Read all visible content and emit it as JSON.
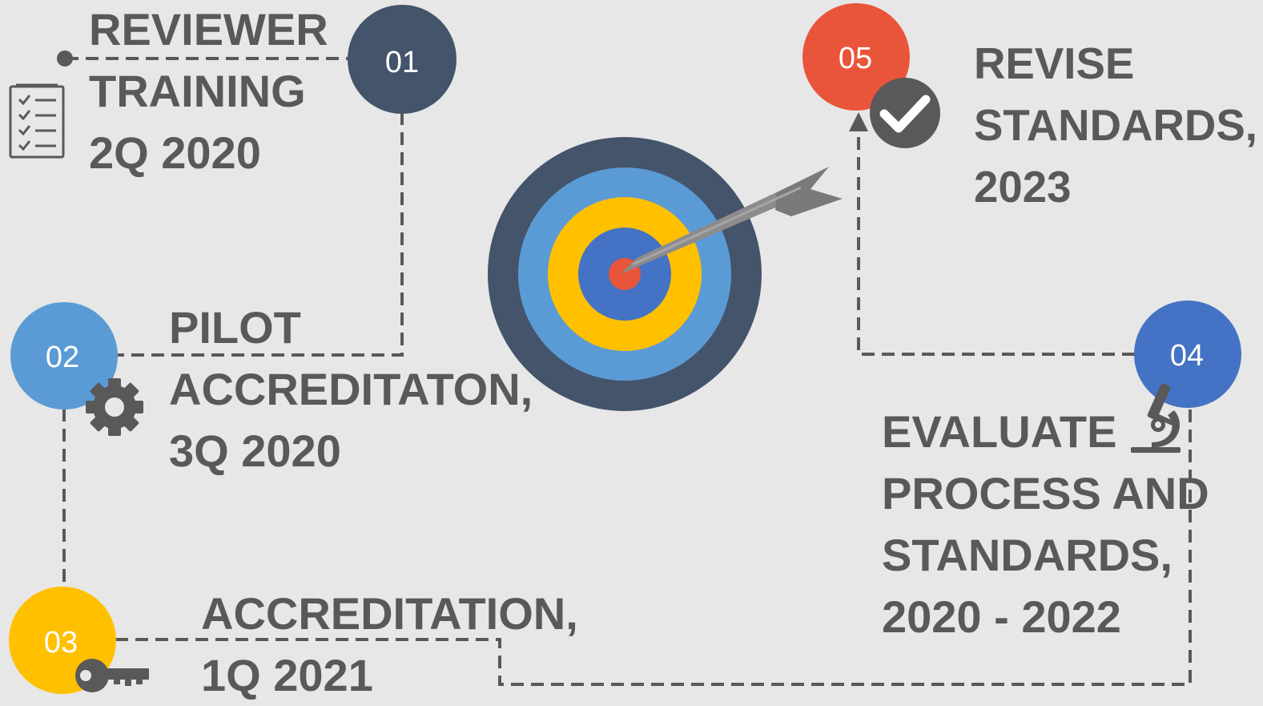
{
  "colors": {
    "background": "#e7e7e7",
    "text": "#595959",
    "connector": "#595959",
    "step_01": "#44546a",
    "step_02": "#5b9bd5",
    "step_03": "#ffc000",
    "step_04": "#4472c4",
    "step_05": "#e9553a"
  },
  "steps": [
    {
      "number": "01",
      "lines": [
        "REVIEWER",
        "TRAINING",
        "2Q 2020"
      ],
      "icon": "checklist-icon"
    },
    {
      "number": "02",
      "lines": [
        "PILOT",
        "ACCREDITATON,",
        "3Q 2020"
      ],
      "icon": "gear-icon"
    },
    {
      "number": "03",
      "lines": [
        "ACCREDITATION,",
        "1Q 2021"
      ],
      "icon": "key-icon"
    },
    {
      "number": "04",
      "lines": [
        "EVALUATE",
        "PROCESS AND",
        "STANDARDS,",
        "2020 - 2022"
      ],
      "icon": "microscope-icon"
    },
    {
      "number": "05",
      "lines": [
        "REVISE",
        "STANDARDS,",
        "2023"
      ],
      "icon": "checkmark-circle-icon"
    }
  ],
  "center": {
    "icon": "target-with-arrow-icon",
    "ring_colors": [
      "#44546a",
      "#5b9bd5",
      "#ffc000",
      "#4472c4",
      "#e9553a"
    ]
  }
}
